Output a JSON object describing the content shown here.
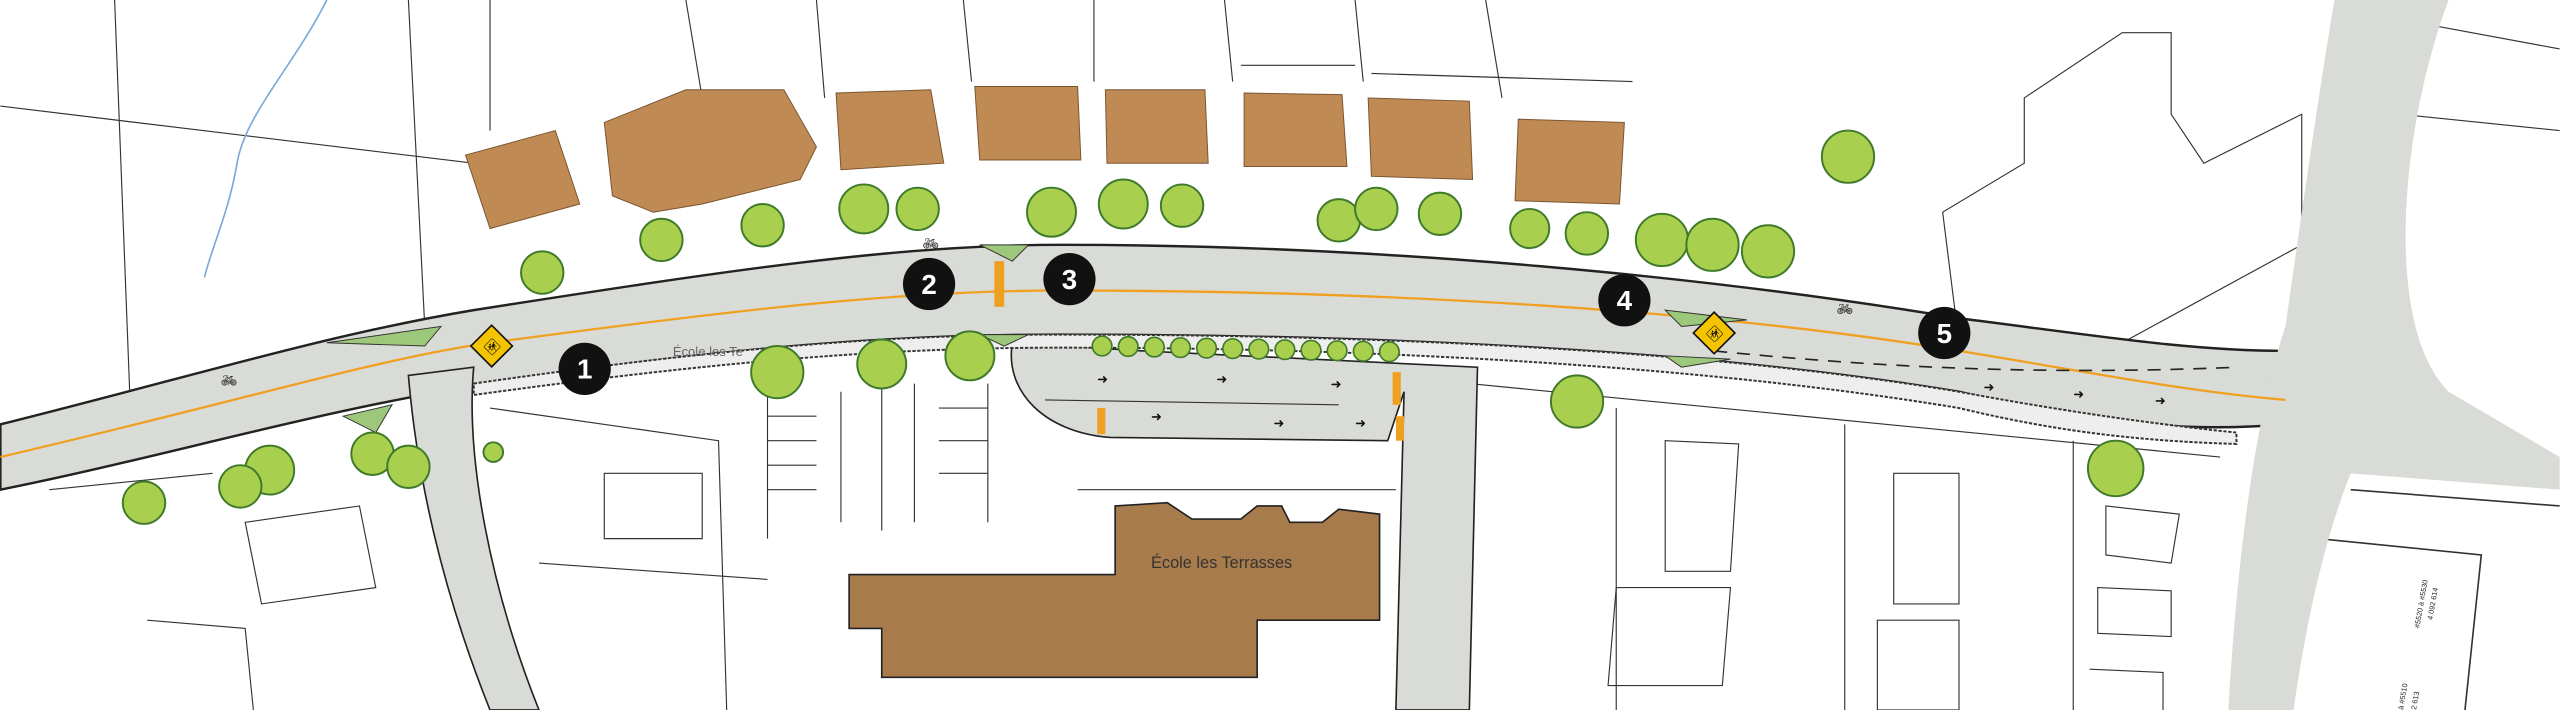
{
  "school": {
    "name": "École les Terrasses",
    "road_label": "École les Te"
  },
  "markers": [
    {
      "label": "1"
    },
    {
      "label": "2"
    },
    {
      "label": "3"
    },
    {
      "label": "4"
    },
    {
      "label": "5"
    }
  ],
  "lots": [
    {
      "line1": "#5520 à #5530",
      "line2": "4 092 614"
    },
    {
      "line1": "à #5510",
      "line2": "2 613"
    }
  ],
  "colors": {
    "road": "#d9dbd7",
    "centerline": "#f0a020",
    "roof": "#c08a55",
    "school": "#a87b4c",
    "grass": "#9dc77a",
    "sign": "#f5c400"
  },
  "icons": [
    "school-crossing-sign-icon",
    "bicycle-lane-icon",
    "tree-icon",
    "direction-arrow-icon"
  ]
}
